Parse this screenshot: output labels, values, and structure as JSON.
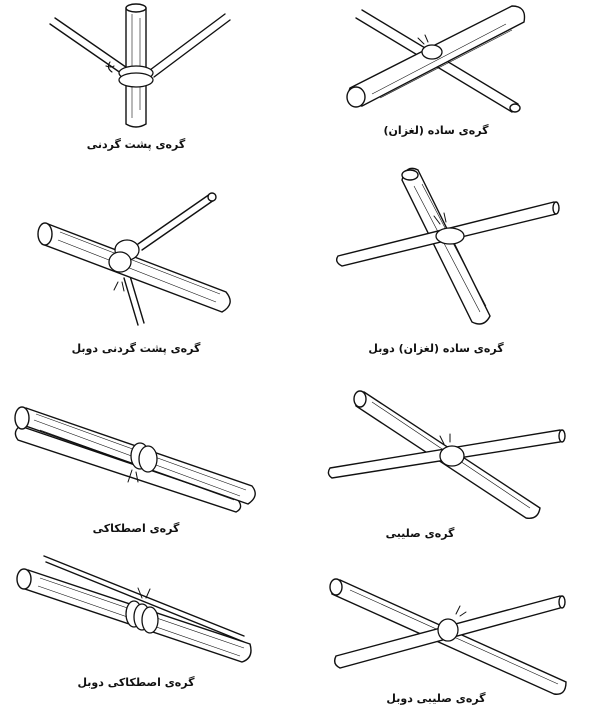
{
  "knots": [
    {
      "id": "back-neck",
      "label": "گره‌ی پشت گردنی"
    },
    {
      "id": "simple",
      "label": "گره‌ی ساده (لغزان)"
    },
    {
      "id": "back-neck-double",
      "label": "گره‌ی پشت گردنی دوبل"
    },
    {
      "id": "simple-double",
      "label": "گره‌ی ساده (لغزان) دوبل"
    },
    {
      "id": "splice",
      "label": "گره‌ی اصطکاکی"
    },
    {
      "id": "cross",
      "label": "گره‌ی صلیبی"
    },
    {
      "id": "splice-double",
      "label": "گره‌ی اصطکاکی دوبل"
    },
    {
      "id": "cross-double",
      "label": "گره‌ی صلیبی دوبل"
    }
  ],
  "colors": {
    "ink": "#111111",
    "paper": "#ffffff"
  }
}
